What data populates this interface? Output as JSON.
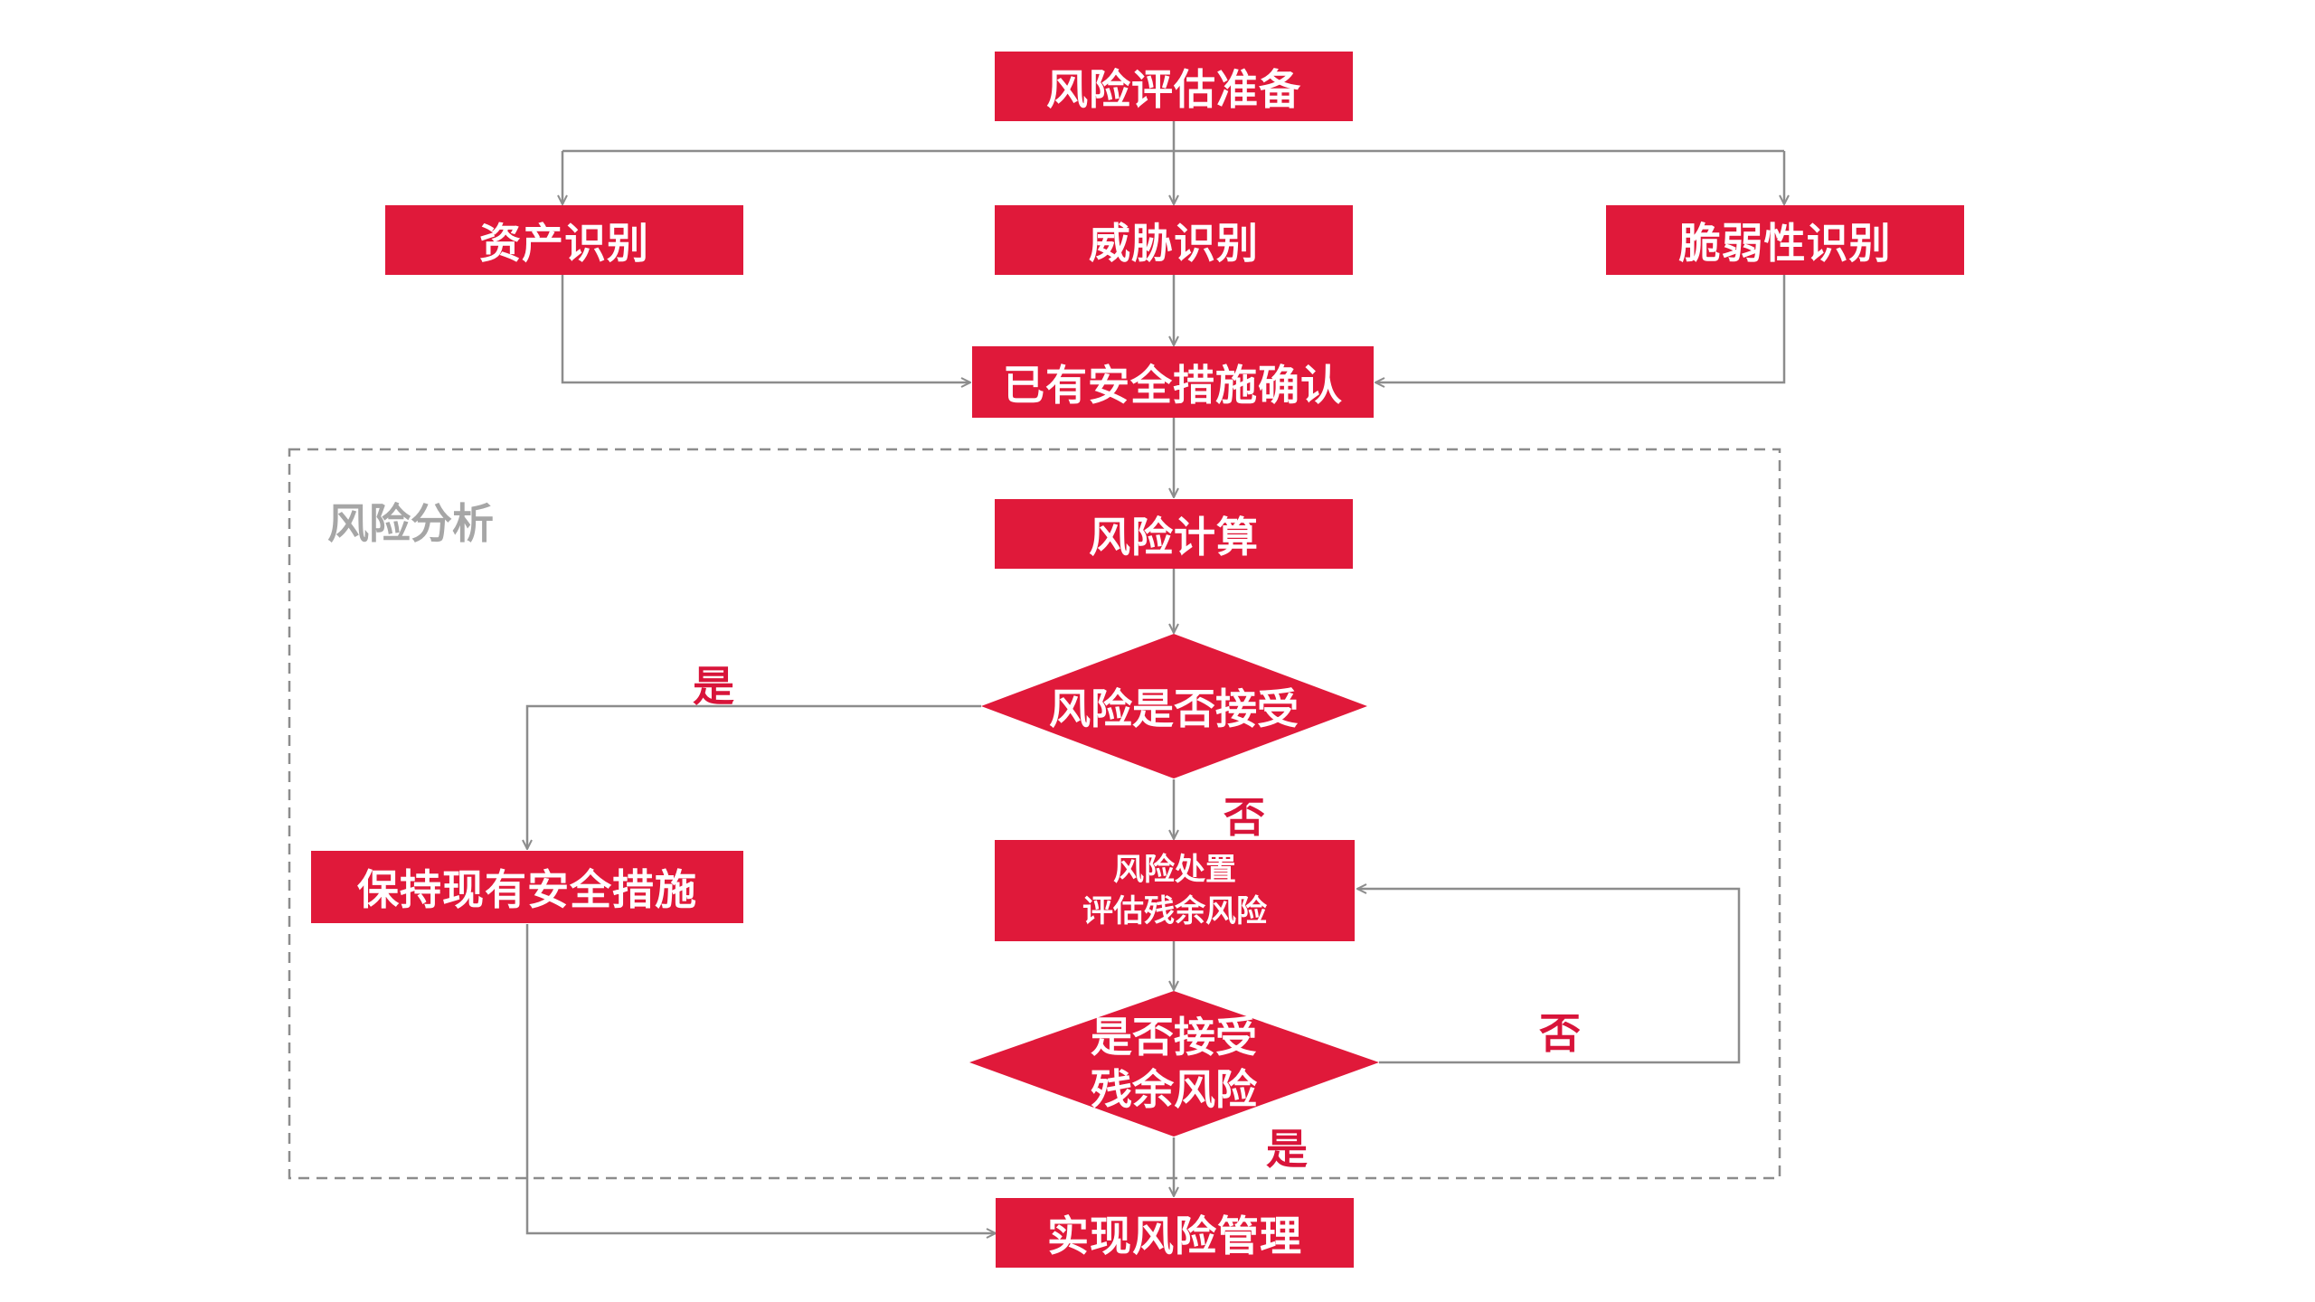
{
  "colors": {
    "node_fill": "#e0193a",
    "node_text": "#ffffff",
    "connector": "#8c8c8c",
    "group_border": "#8c8c8c",
    "group_title": "#a6a6a6",
    "edge_label": "#d8143a"
  },
  "group": {
    "title": "风险分析"
  },
  "nodes": {
    "prep": "风险评估准备",
    "asset": "资产识别",
    "threat": "威胁识别",
    "vuln": "脆弱性识别",
    "existing": "已有安全措施确认",
    "calc": "风险计算",
    "accept_q": "风险是否接受",
    "treat_line1": "风险处置",
    "treat_line2": "评估残余风险",
    "residual_line1": "是否接受",
    "residual_line2": "残余风险",
    "keep": "保持现有安全措施",
    "achieve": "实现风险管理"
  },
  "edges": {
    "accept_yes": "是",
    "accept_no": "否",
    "residual_no": "否",
    "residual_yes": "是"
  }
}
